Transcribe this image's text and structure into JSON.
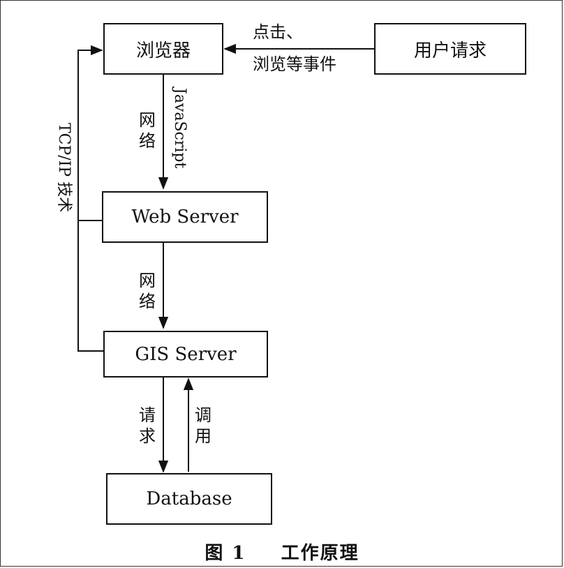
{
  "boxes": {
    "browser": "浏览器",
    "user_request": "用户请求",
    "web_server": "Web Server",
    "gis_server": "GIS Server",
    "database": "Database"
  },
  "labels": {
    "click_line1": "点击、",
    "click_line2": "浏览等事件",
    "network_1": "网络",
    "javascript": "JavaScript",
    "network_2": "网络",
    "tcpip": "TCP/IP 技术",
    "request": "请求",
    "call": "调用"
  },
  "caption": {
    "number": "图 1",
    "title": "工作原理"
  }
}
